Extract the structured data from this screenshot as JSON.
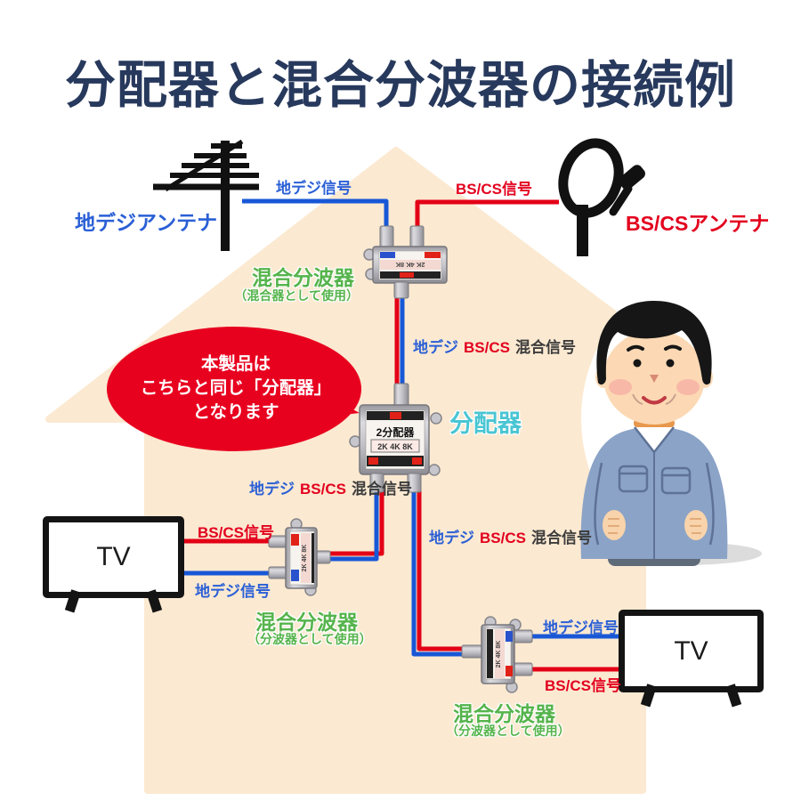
{
  "title": "分配器と混合分波器の接続例",
  "colors": {
    "title_navy": "#27395c",
    "house_peach": "#fbe9d1",
    "cable_blue": "#1857d6",
    "cable_red": "#e30016",
    "label_green": "#55b44c",
    "label_teal": "#49c5d3",
    "bubble_red": "#e8001f"
  },
  "antennas": {
    "terrestrial": {
      "label": "地デジアンテナ"
    },
    "satellite": {
      "label": "BS/CSアンテナ"
    }
  },
  "signal_labels": {
    "terrestrial": "地デジ信号",
    "satellite": "BS/CS信号",
    "mixed": {
      "part1": "地デジ",
      "part2": "BS/CS",
      "part3": "混合信号"
    }
  },
  "devices": {
    "mixer": {
      "name": "混合分波器",
      "usage": "（混合器として使用）",
      "sticker": "2K 4K 8K"
    },
    "splitter": {
      "name": "分配器",
      "sticker_line1": "2分配器",
      "sticker_line2": "2K 4K 8K"
    },
    "separator_left": {
      "name": "混合分波器",
      "usage": "（分波器として使用）",
      "sticker": "2K 4K 8K"
    },
    "separator_right": {
      "name": "混合分波器",
      "usage": "（分波器として使用）",
      "sticker": "2K 4K 8K"
    }
  },
  "bubble": {
    "line1": "本製品は",
    "line2": "こちらと同じ「分配器」",
    "line3": "となります"
  },
  "tv": {
    "label": "TV"
  }
}
